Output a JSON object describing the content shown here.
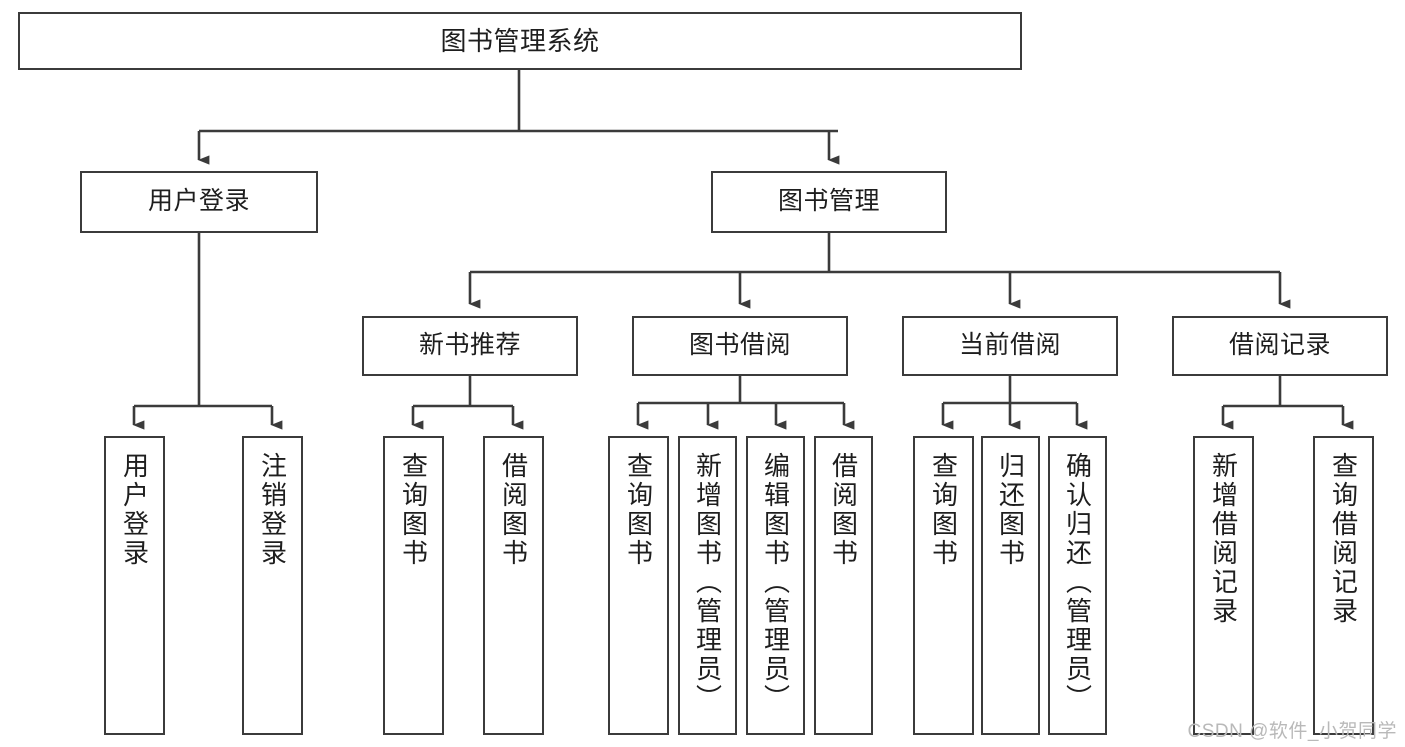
{
  "diagram": {
    "title": "图书管理系统",
    "type": "tree",
    "watermark": "CSDN @软件_小贺同学",
    "colors": {
      "border": "#3b3b3b",
      "background": "#ffffff",
      "text": "#1e1e1e",
      "watermark": "#b9b9b9"
    },
    "nodes": {
      "root": {
        "label": "图书管理系统"
      },
      "level2": [
        {
          "label": "用户登录"
        },
        {
          "label": "图书管理"
        }
      ],
      "level3": [
        {
          "label": "新书推荐"
        },
        {
          "label": "图书借阅"
        },
        {
          "label": "当前借阅"
        },
        {
          "label": "借阅记录"
        }
      ],
      "leaves": {
        "user_login": [
          {
            "label": "用户登录"
          },
          {
            "label": "注销登录"
          }
        ],
        "new_book_recommend": [
          {
            "label": "查询图书"
          },
          {
            "label": "借阅图书"
          }
        ],
        "book_borrow": [
          {
            "label": "查询图书"
          },
          {
            "label": "新增图书（管理员）"
          },
          {
            "label": "编辑图书（管理员）"
          },
          {
            "label": "借阅图书"
          }
        ],
        "current_borrow": [
          {
            "label": "查询图书"
          },
          {
            "label": "归还图书"
          },
          {
            "label": "确认归还（管理员）"
          }
        ],
        "borrow_record": [
          {
            "label": "新增借阅记录"
          },
          {
            "label": "查询借阅记录"
          }
        ]
      }
    }
  }
}
